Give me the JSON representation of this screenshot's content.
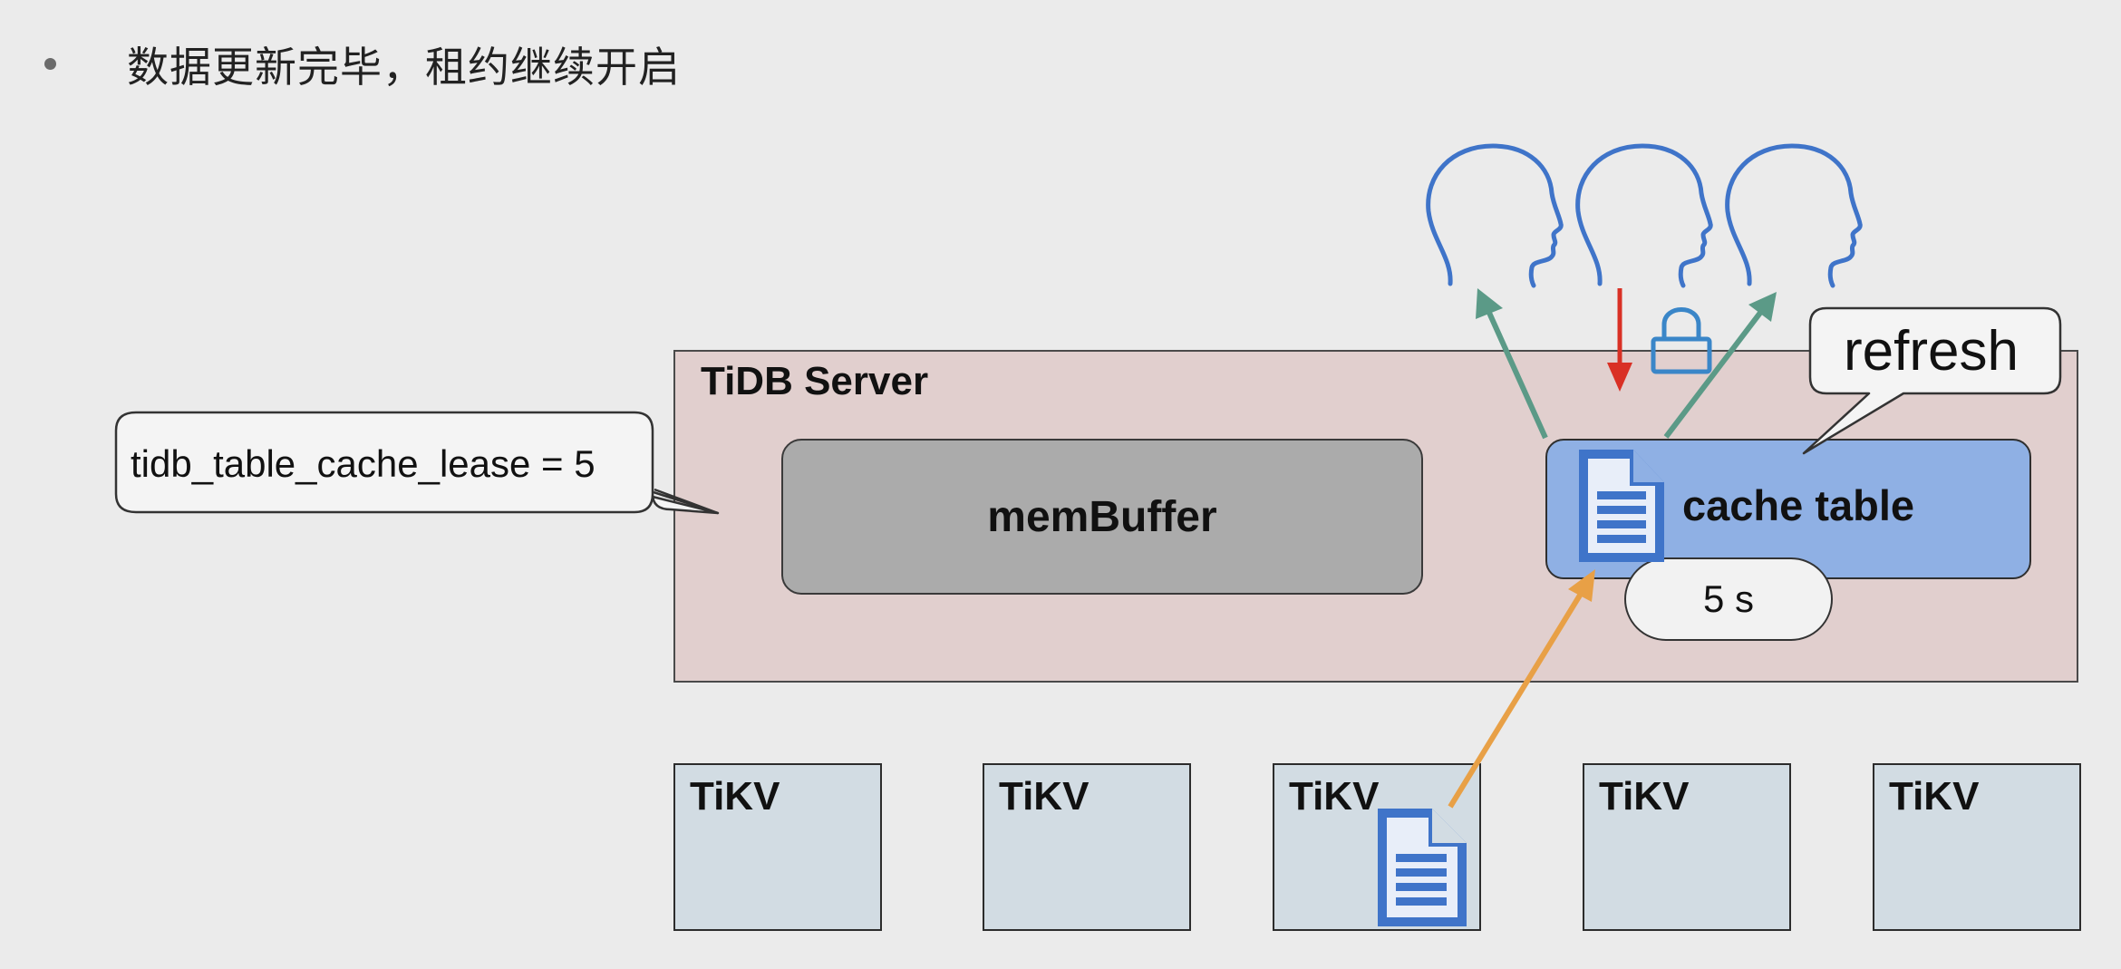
{
  "heading": {
    "bullet": "•",
    "text": "数据更新完毕，租约继续开启"
  },
  "tidb_server": {
    "label": "TiDB Server",
    "fill": "#e1cfce"
  },
  "membuffer": {
    "label": "memBuffer",
    "fill": "#ababab"
  },
  "cache_table": {
    "label": "cache table",
    "lease": "5 s",
    "fill": "#8fb0e4"
  },
  "callouts": {
    "config": "tidb_table_cache_lease = 5",
    "refresh": "refresh"
  },
  "tikv_nodes": [
    {
      "label": "TiKV"
    },
    {
      "label": "TiKV"
    },
    {
      "label": "TiKV"
    },
    {
      "label": "TiKV"
    },
    {
      "label": "TiKV"
    }
  ],
  "clients": [
    {
      "icon": "user-head-icon",
      "arrow": "read-arrow",
      "arrow_color": "#5b9a87"
    },
    {
      "icon": "user-head-icon",
      "arrow": "write-arrow",
      "arrow_color": "#d93025"
    },
    {
      "icon": "user-head-icon",
      "arrow": "read-arrow",
      "arrow_color": "#5b9a87"
    }
  ],
  "icons": {
    "lock": "lock-icon",
    "document": "document-icon"
  },
  "colors": {
    "head_stroke": "#3f74c9",
    "load_arrow": "#e8a046",
    "read_arrow": "#5b9a87",
    "write_arrow": "#d93025",
    "lock": "#3a86c8",
    "document": "#3f74c9"
  }
}
